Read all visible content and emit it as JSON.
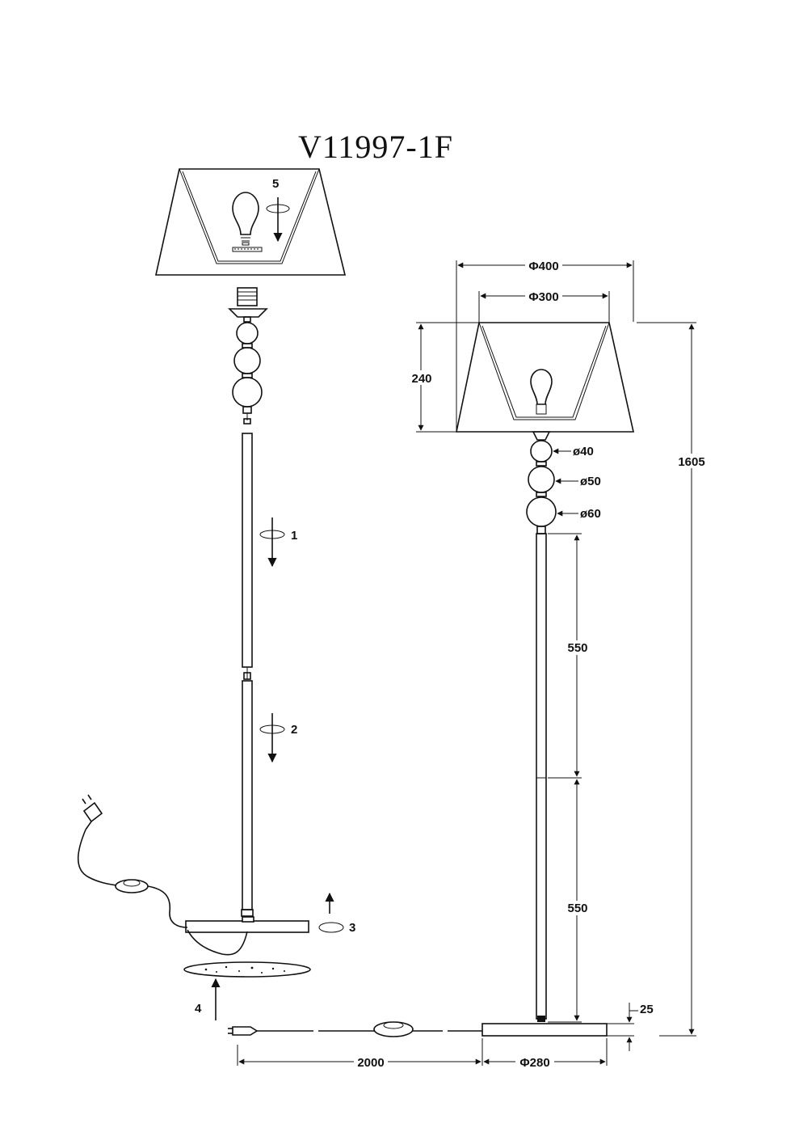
{
  "title": "V11997-1F",
  "steps": [
    "1",
    "2",
    "3",
    "4",
    "5"
  ],
  "dimensions": {
    "shade_top": "Φ300",
    "shade_bottom": "Φ400",
    "shade_height": "240",
    "ball_small": "ø40",
    "ball_medium": "ø50",
    "ball_large": "ø60",
    "pole_upper": "550",
    "pole_lower": "550",
    "total_height": "1605",
    "base_thickness": "25",
    "base_diameter": "Φ280",
    "cable_length": "2000"
  }
}
